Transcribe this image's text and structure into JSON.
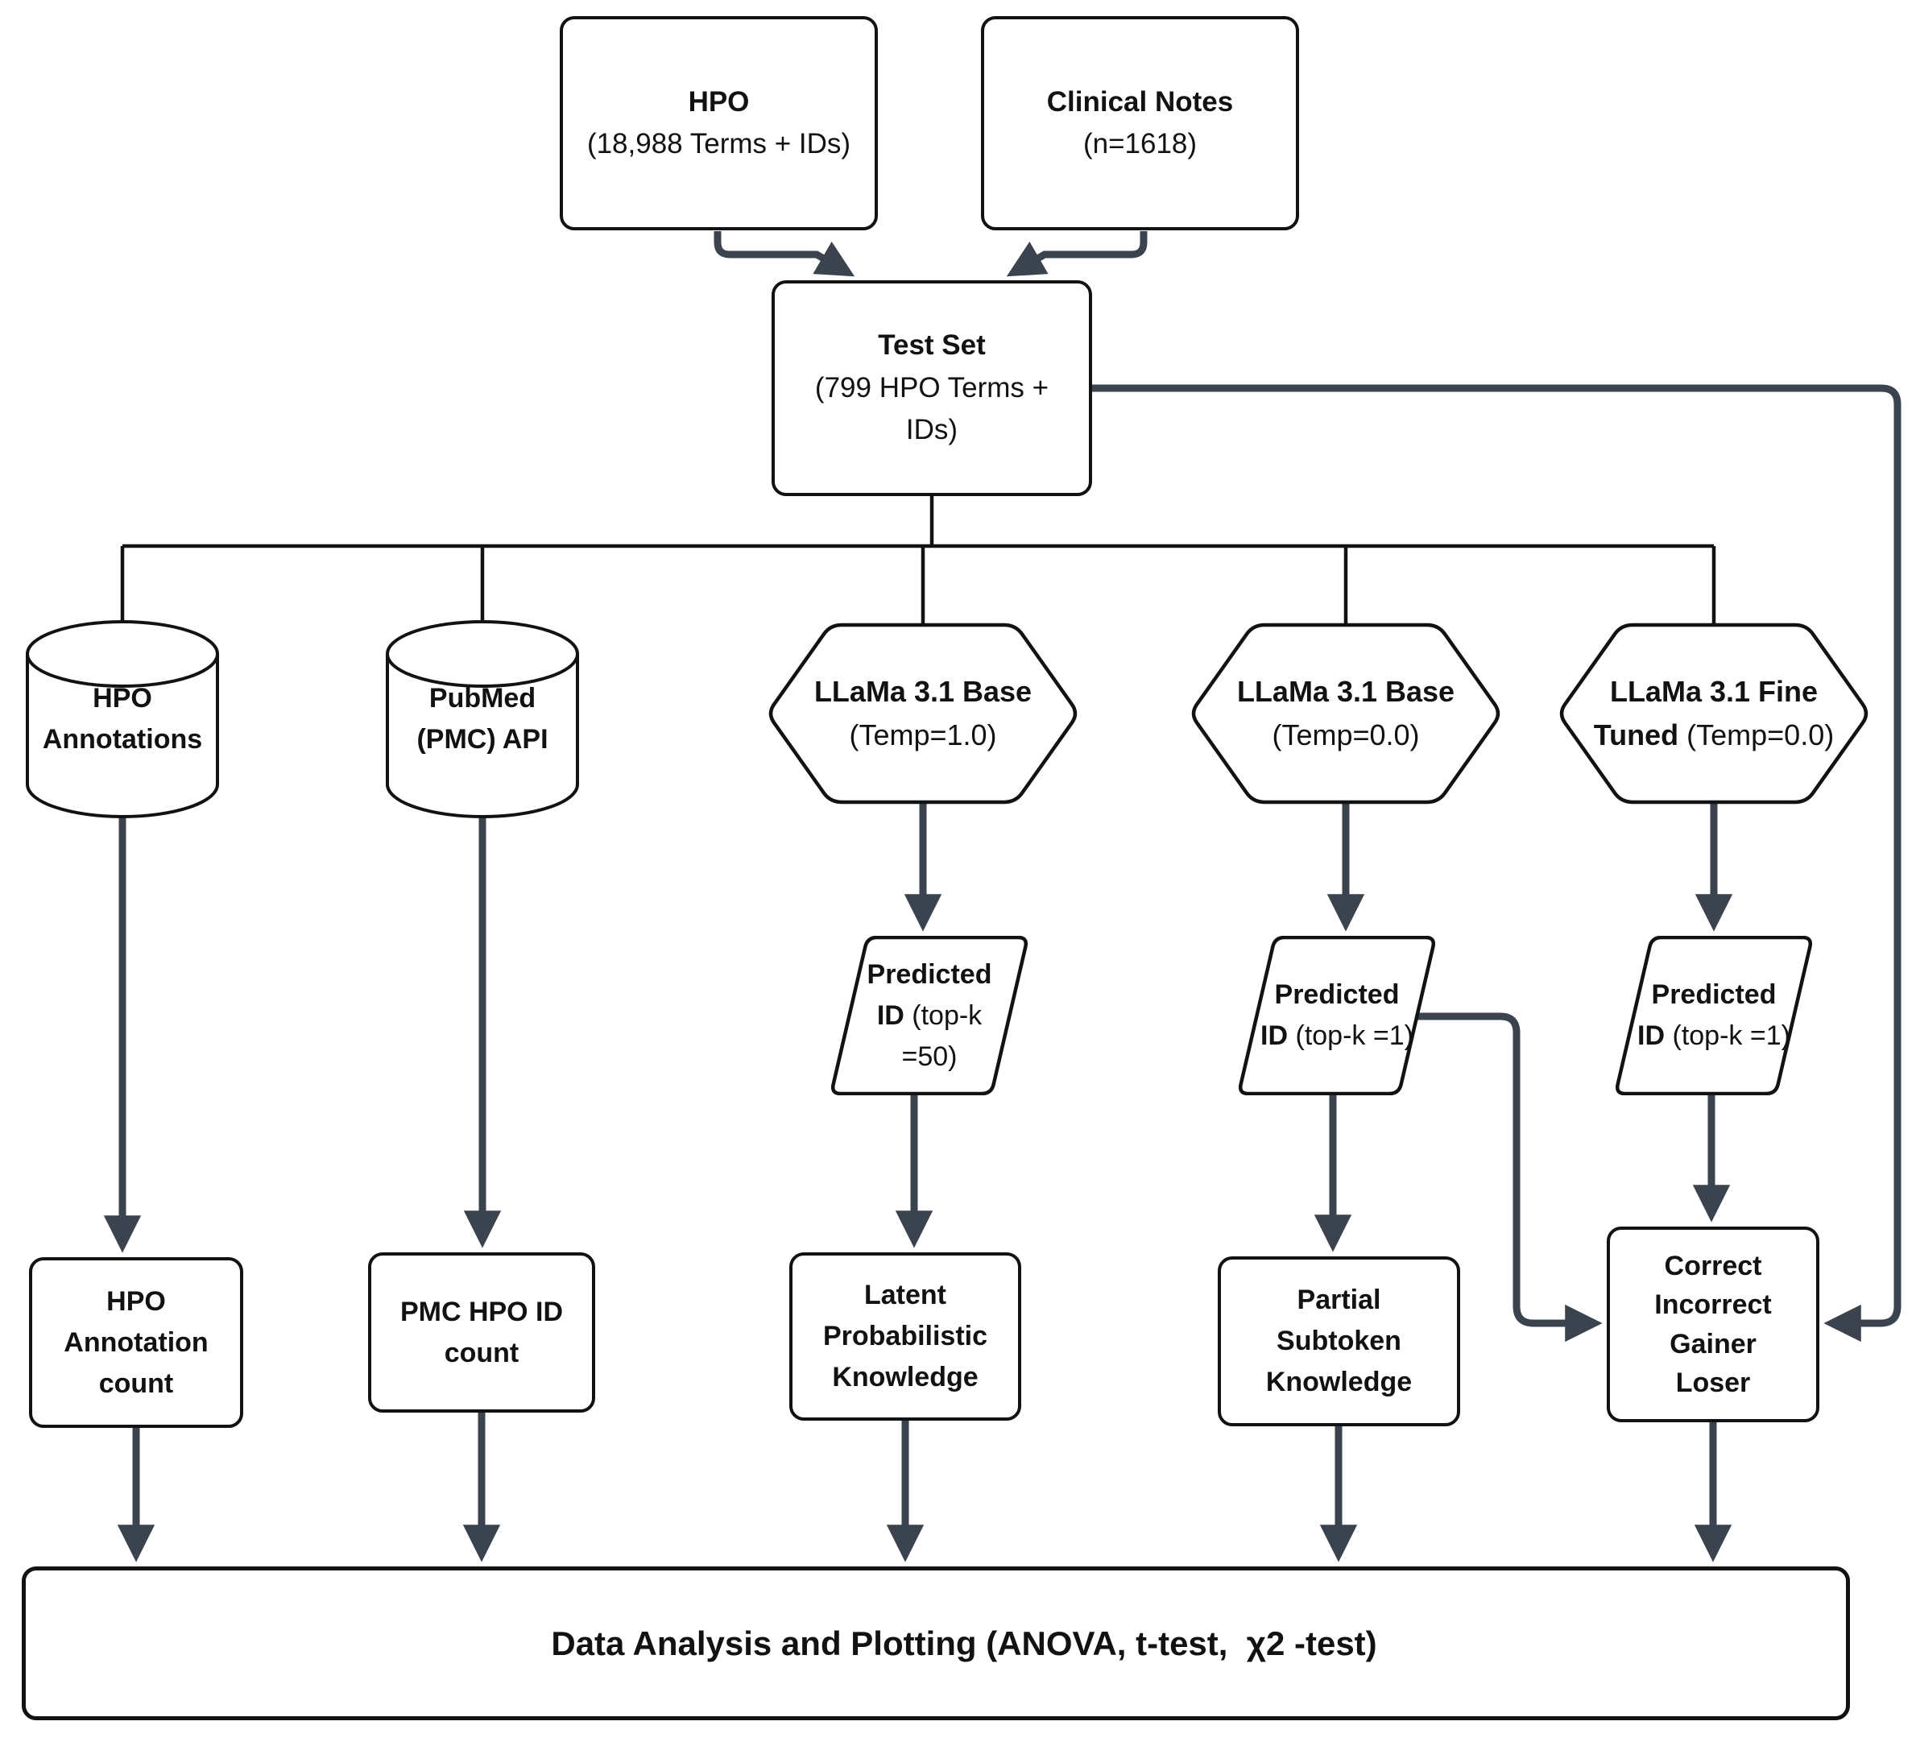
{
  "diagram": {
    "title": "HPO LLM evaluation pipeline flowchart",
    "colors": {
      "background": "#ffffff",
      "shape_border": "#101213",
      "shape_fill": "#ffffff",
      "connector": "#3a434e",
      "text": "#101213"
    },
    "nodes": {
      "hpo": {
        "shape": "rectangle",
        "title": "HPO",
        "detail": "(18,988 Terms + IDs)"
      },
      "clinical_notes": {
        "shape": "rectangle",
        "title": "Clinical Notes",
        "detail": "(n=1618)"
      },
      "test_set": {
        "shape": "rectangle",
        "title": "Test Set",
        "detail": "(799 HPO Terms + IDs)"
      },
      "hpo_annotations": {
        "shape": "cylinder",
        "title": "HPO Annotations"
      },
      "pubmed_api": {
        "shape": "cylinder",
        "title": "PubMed (PMC) API"
      },
      "llama_base_temp1": {
        "shape": "hexagon",
        "title": "LLaMa 3.1 Base",
        "detail": "(Temp=1.0)"
      },
      "llama_base_temp0": {
        "shape": "hexagon",
        "title": "LLaMa 3.1 Base",
        "detail": "(Temp=0.0)"
      },
      "llama_finetuned_temp0": {
        "shape": "hexagon",
        "title": "LLaMa 3.1 Fine Tuned",
        "detail": "(Temp=0.0)"
      },
      "predicted_id_topk50": {
        "shape": "parallelogram",
        "title": "Predicted ID",
        "detail": "(top-k =50)"
      },
      "predicted_id_topk1_base": {
        "shape": "parallelogram",
        "title": "Predicted ID",
        "detail": "(top-k =1)"
      },
      "predicted_id_topk1_finetuned": {
        "shape": "parallelogram",
        "title": "Predicted ID",
        "detail": "(top-k =1)"
      },
      "hpo_annotation_count": {
        "shape": "rectangle",
        "title": "HPO Annotation count"
      },
      "pmc_hpo_id_count": {
        "shape": "rectangle",
        "title": "PMC HPO ID count"
      },
      "latent_probabilistic_knowledge": {
        "shape": "rectangle",
        "title": "Latent Probabilistic Knowledge"
      },
      "partial_subtoken_knowledge": {
        "shape": "rectangle",
        "title": "Partial Subtoken Knowledge"
      },
      "correct_incorrect_gainer_loser": {
        "shape": "rectangle",
        "title": "Correct Incorrect Gainer Loser"
      },
      "data_analysis": {
        "shape": "rectangle",
        "title": "Data Analysis and Plotting (ANOVA, t-test,  χ2 -test)"
      }
    },
    "edges": [
      {
        "from": "hpo",
        "to": "test_set"
      },
      {
        "from": "clinical_notes",
        "to": "test_set"
      },
      {
        "from": "test_set",
        "to": "hpo_annotations"
      },
      {
        "from": "test_set",
        "to": "pubmed_api"
      },
      {
        "from": "test_set",
        "to": "llama_base_temp1"
      },
      {
        "from": "test_set",
        "to": "llama_base_temp0"
      },
      {
        "from": "test_set",
        "to": "llama_finetuned_temp0"
      },
      {
        "from": "test_set",
        "to": "correct_incorrect_gainer_loser"
      },
      {
        "from": "hpo_annotations",
        "to": "hpo_annotation_count"
      },
      {
        "from": "pubmed_api",
        "to": "pmc_hpo_id_count"
      },
      {
        "from": "llama_base_temp1",
        "to": "predicted_id_topk50"
      },
      {
        "from": "llama_base_temp0",
        "to": "predicted_id_topk1_base"
      },
      {
        "from": "llama_finetuned_temp0",
        "to": "predicted_id_topk1_finetuned"
      },
      {
        "from": "predicted_id_topk50",
        "to": "latent_probabilistic_knowledge"
      },
      {
        "from": "predicted_id_topk1_base",
        "to": "partial_subtoken_knowledge"
      },
      {
        "from": "predicted_id_topk1_base",
        "to": "correct_incorrect_gainer_loser"
      },
      {
        "from": "predicted_id_topk1_finetuned",
        "to": "correct_incorrect_gainer_loser"
      },
      {
        "from": "hpo_annotation_count",
        "to": "data_analysis"
      },
      {
        "from": "pmc_hpo_id_count",
        "to": "data_analysis"
      },
      {
        "from": "latent_probabilistic_knowledge",
        "to": "data_analysis"
      },
      {
        "from": "partial_subtoken_knowledge",
        "to": "data_analysis"
      },
      {
        "from": "correct_incorrect_gainer_loser",
        "to": "data_analysis"
      }
    ]
  }
}
